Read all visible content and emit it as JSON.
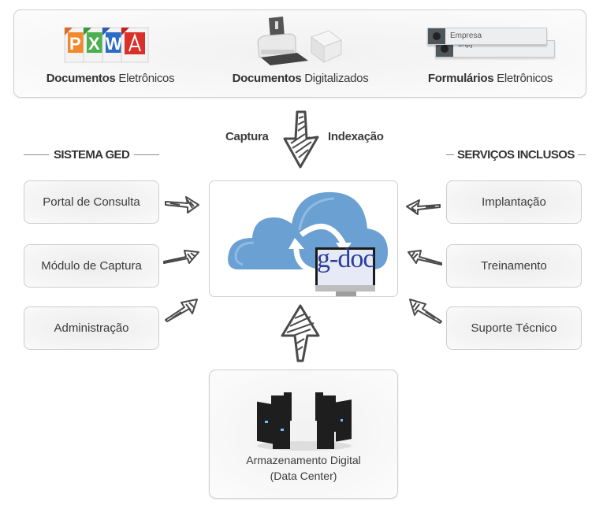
{
  "top_panel": {
    "items": [
      {
        "bold": "Documentos",
        "rest": " Eletrônicos",
        "icon": "office-files-icon",
        "file_tags": [
          "PPTX",
          "XLSX",
          "DOCX",
          "PDF"
        ]
      },
      {
        "bold": "Documentos",
        "rest": " Digitalizados",
        "icon": "scanner-icon"
      },
      {
        "bold": "Formulários",
        "rest": " Eletrônicos",
        "icon": "form-fields-icon",
        "fields": [
          "Empresa",
          "cnpj"
        ]
      }
    ]
  },
  "flow": {
    "left_label": "Captura",
    "right_label": "Indexação"
  },
  "left_section": {
    "title": "SISTEMA GED",
    "items": [
      "Portal de Consulta",
      "Módulo de Captura",
      "Administração"
    ]
  },
  "right_section": {
    "title": "SERVIÇOS INCLUSOS",
    "items": [
      "Implantação",
      "Treinamento",
      "Suporte Técnico"
    ]
  },
  "center": {
    "logo_text": "g-doc",
    "icon": "cloud-sync-icon"
  },
  "storage": {
    "line1": "Armazenamento Digital",
    "line2": "(Data Center)",
    "icon": "servers-icon"
  },
  "colors": {
    "cloud": "#6aa0d2",
    "logo": "#2a3f9a",
    "arrow": "#4a4a4a"
  }
}
